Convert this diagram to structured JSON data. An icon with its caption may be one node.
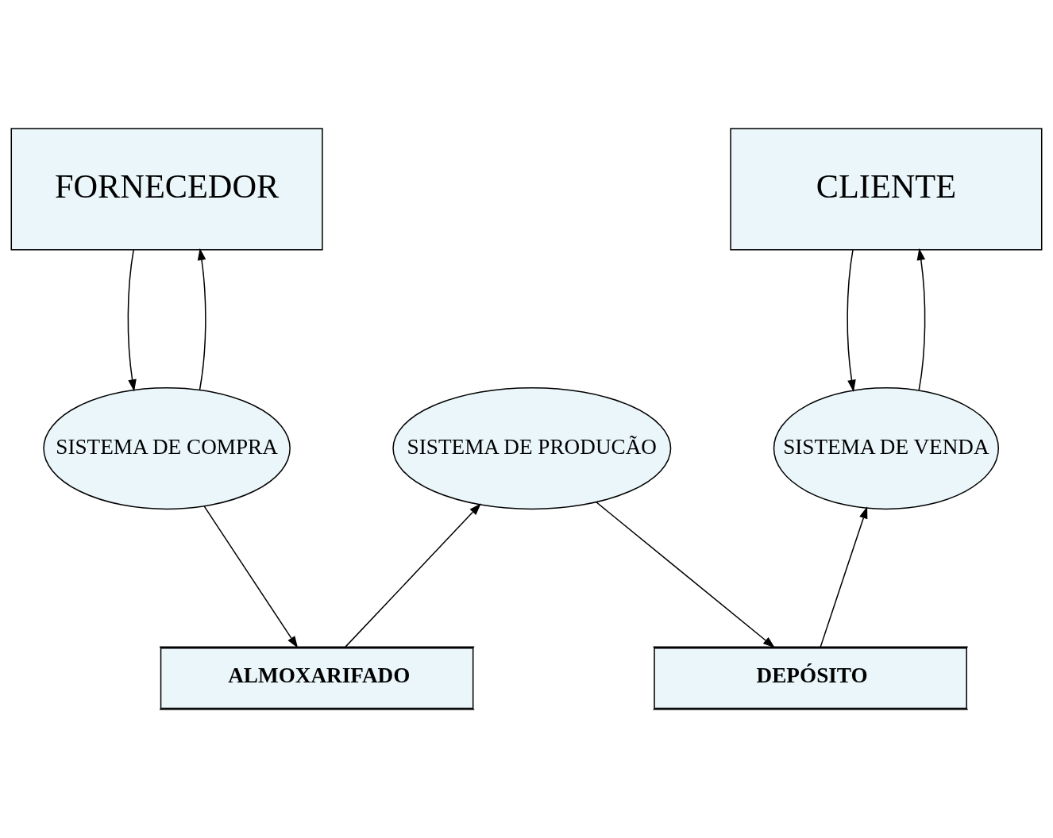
{
  "diagram": {
    "nodes": [
      {
        "text": [
          "FORNECEDOR"
        ]
      },
      {
        "text": [
          "CLIENTE"
        ]
      },
      {
        "text": [
          "SISTEMA DE COMPRA"
        ]
      },
      {
        "text": [
          "SISTEMA DE PRODUCÃO"
        ]
      },
      {
        "text": [
          "SISTEMA DE VENDA"
        ]
      },
      {
        "text": [
          "ALMOXARIFADO"
        ]
      },
      {
        "text": [
          "DEPÓSITO"
        ]
      }
    ],
    "edges": [
      {
        "from": 2,
        "to": 0,
        "arrow": "to"
      },
      {
        "from": 0,
        "to": 2,
        "arrow": "to"
      },
      {
        "from": 2,
        "to": 5,
        "arrow": "to"
      },
      {
        "from": 5,
        "to": 3,
        "arrow": "to"
      },
      {
        "from": 3,
        "to": 6,
        "arrow": "to"
      },
      {
        "from": 6,
        "to": 4,
        "arrow": "to"
      },
      {
        "from": 4,
        "to": 1,
        "arrow": "to"
      },
      {
        "from": 1,
        "to": 4,
        "arrow": "to"
      }
    ]
  }
}
